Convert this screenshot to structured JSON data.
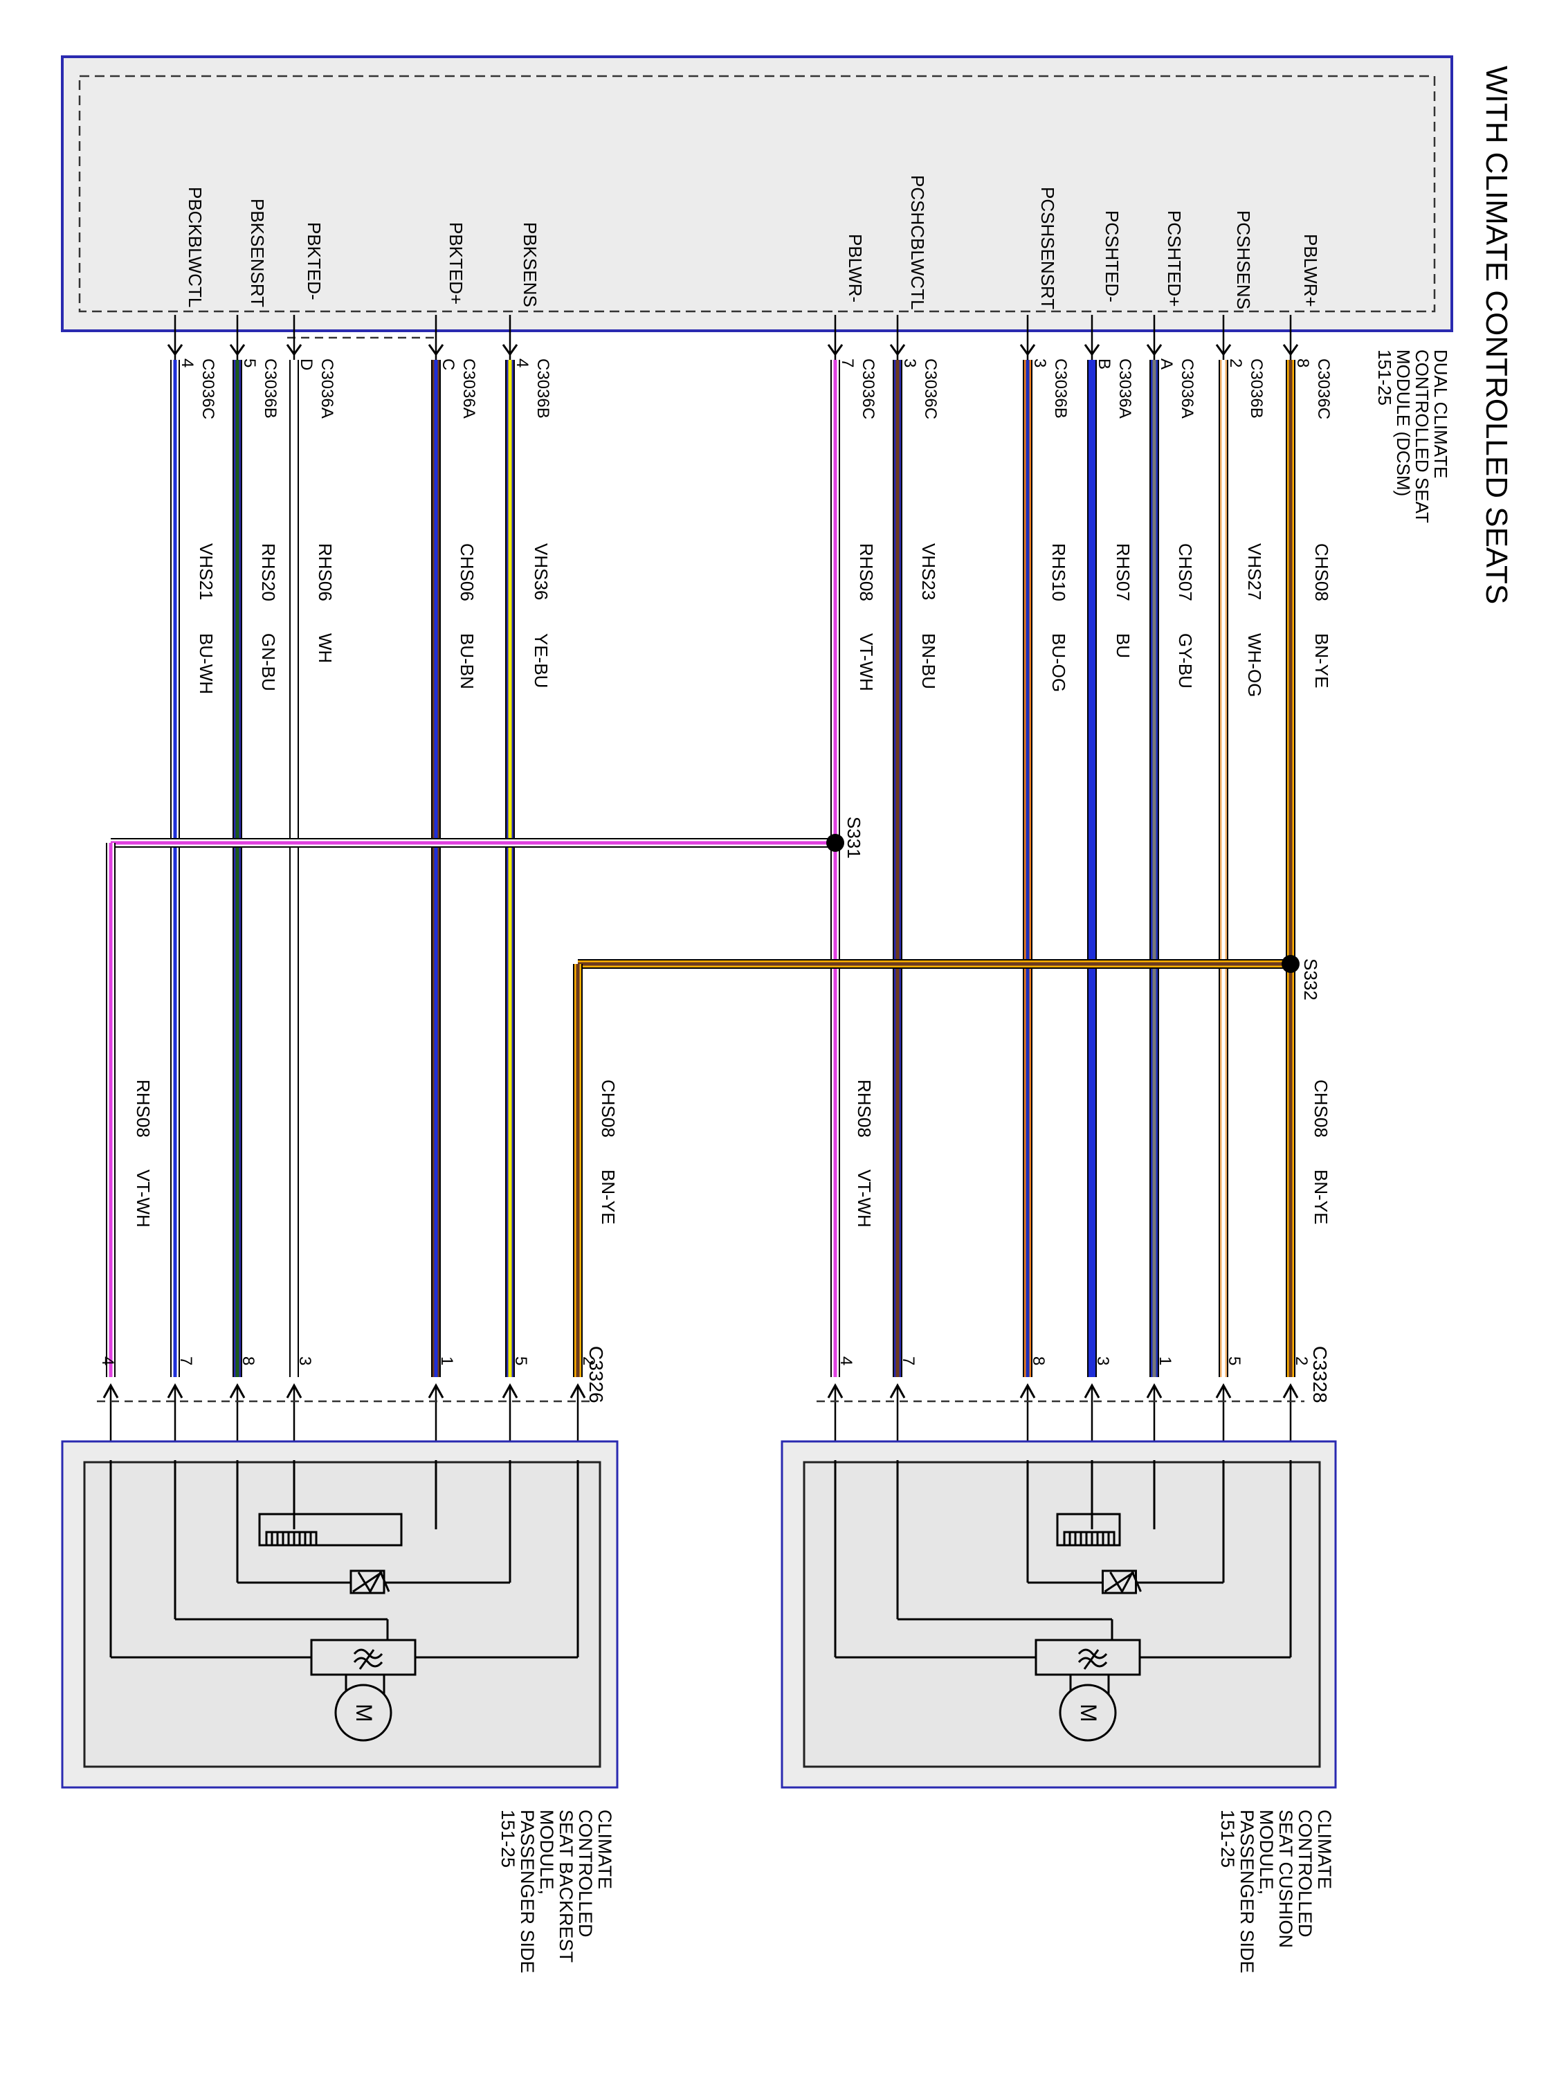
{
  "title": "WITH CLIMATE CONTROLLED SEATS",
  "module_dcsm": {
    "lines": [
      "DUAL CLIMATE",
      "CONTROLLED SEAT",
      "MODULE (DCSM)",
      "151-25"
    ]
  },
  "module_cushion": {
    "lines": [
      "CLIMATE",
      "CONTROLLED",
      "SEAT CUSHION",
      "MODULE,",
      "PASSENGER SIDE",
      "151-25"
    ]
  },
  "module_backrest": {
    "lines": [
      "CLIMATE",
      "CONTROLLED",
      "SEAT BACKREST",
      "MODULE,",
      "PASSENGER SIDE",
      "151-25"
    ]
  },
  "connector_cushion": "C3328",
  "connector_backrest": "C3326",
  "splices": {
    "s331": "S331",
    "s332": "S332"
  },
  "motor_label": "M",
  "wires": [
    {
      "pin_name": "PBLWR+",
      "conn": "C3036C",
      "pin": "8",
      "circuit": "CHS08",
      "color_code": "BN-YE",
      "colors": [
        "#6b3a1e",
        "#ffb000"
      ],
      "end_pin": "2"
    },
    {
      "pin_name": "PCSHSENS",
      "conn": "C3036B",
      "pin": "2",
      "circuit": "VHS27",
      "color_code": "WH-OG",
      "colors": [
        "#ffffff",
        "#f4b26b"
      ],
      "end_pin": "5"
    },
    {
      "pin_name": "PCSHTED+",
      "conn": "C3036A",
      "pin": "A",
      "circuit": "CHS07",
      "color_code": "GY-BU",
      "colors": [
        "#777777",
        "#1e2fb8"
      ],
      "end_pin": "1"
    },
    {
      "pin_name": "PCSHTED-",
      "conn": "C3036A",
      "pin": "B",
      "circuit": "RHS07",
      "color_code": "BU",
      "colors": [
        "#1e2fd8",
        "#1e2fd8"
      ],
      "end_pin": "3"
    },
    {
      "pin_name": "PCSHSENSRT",
      "conn": "C3036B",
      "pin": "3",
      "circuit": "RHS10",
      "color_code": "BU-OG",
      "colors": [
        "#1e2fb8",
        "#f08020"
      ],
      "end_pin": "8"
    },
    {
      "pin_name": "PCSHCBLWCTL",
      "conn": "C3036C",
      "pin": "3",
      "circuit": "VHS23",
      "color_code": "BN-BU",
      "colors": [
        "#6b3a1e",
        "#2a2ab0"
      ],
      "end_pin": "7"
    },
    {
      "pin_name": "PBLWR-",
      "conn": "C3036C",
      "pin": "7",
      "circuit": "RHS08",
      "color_code": "VT-WH",
      "colors": [
        "#e040e0",
        "#ffffff"
      ],
      "end_pin": "4"
    },
    {
      "pin_name": "PBKSENS",
      "conn": "C3036B",
      "pin": "4",
      "circuit": "VHS36",
      "color_code": "YE-BU",
      "colors": [
        "#f5f000",
        "#2a2ab0"
      ],
      "end_pin": "5"
    },
    {
      "pin_name": "PBKTED+",
      "conn": "C3036A",
      "pin": "C",
      "circuit": "CHS06",
      "color_code": "BU-BN",
      "colors": [
        "#1e2fd8",
        "#6b3a1e"
      ],
      "end_pin": "1"
    },
    {
      "pin_name": "PBKTED-",
      "conn": "C3036A",
      "pin": "D",
      "circuit": "RHS06",
      "color_code": "WH",
      "colors": [
        "#ffffff",
        "#ffffff"
      ],
      "end_pin": "3"
    },
    {
      "pin_name": "PBKSENSRT",
      "conn": "C3036B",
      "pin": "5",
      "circuit": "RHS20",
      "color_code": "GN-BU",
      "colors": [
        "#1a5a1a",
        "#2a2ab0"
      ],
      "end_pin": "8"
    },
    {
      "pin_name": "PBCKBLWCTL",
      "conn": "C3036C",
      "pin": "4",
      "circuit": "VHS21",
      "color_code": "BU-WH",
      "colors": [
        "#1e2fd8",
        "#ffffff"
      ],
      "end_pin": "7"
    }
  ],
  "branch_cushion_blwr_plus": {
    "circuit": "CHS08",
    "color_code": "BN-YE"
  },
  "branch_cushion_blwr_minus": {
    "circuit": "RHS08",
    "color_code": "VT-WH"
  },
  "branch_backrest_blwr_plus": {
    "circuit": "CHS08",
    "color_code": "BN-YE",
    "end_pin": "2"
  },
  "branch_backrest_blwr_minus": {
    "circuit": "RHS08",
    "color_code": "VT-WH",
    "end_pin": "4"
  }
}
